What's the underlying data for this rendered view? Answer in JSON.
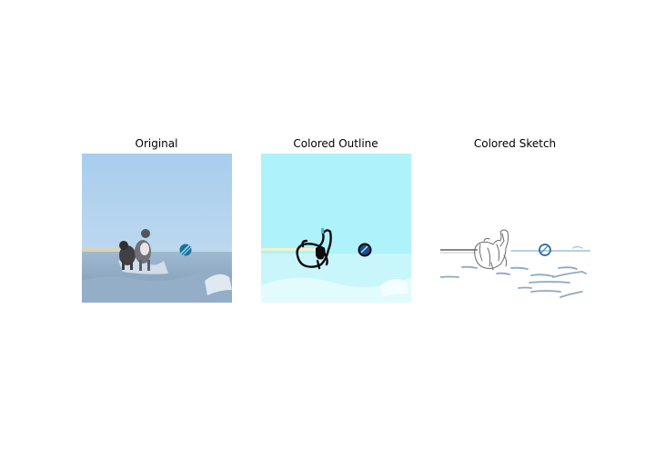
{
  "figure": {
    "panels": [
      {
        "title": "Original"
      },
      {
        "title": "Colored Outline"
      },
      {
        "title": "Colored Sketch"
      }
    ]
  },
  "colors": {
    "sky_blue": "#a9cdee",
    "sea_blue": "#8aa7c6",
    "outline_cyan": "#aef2fb",
    "ball_blue": "#1b6f9c",
    "sketch_line": "#8fa9c4"
  }
}
